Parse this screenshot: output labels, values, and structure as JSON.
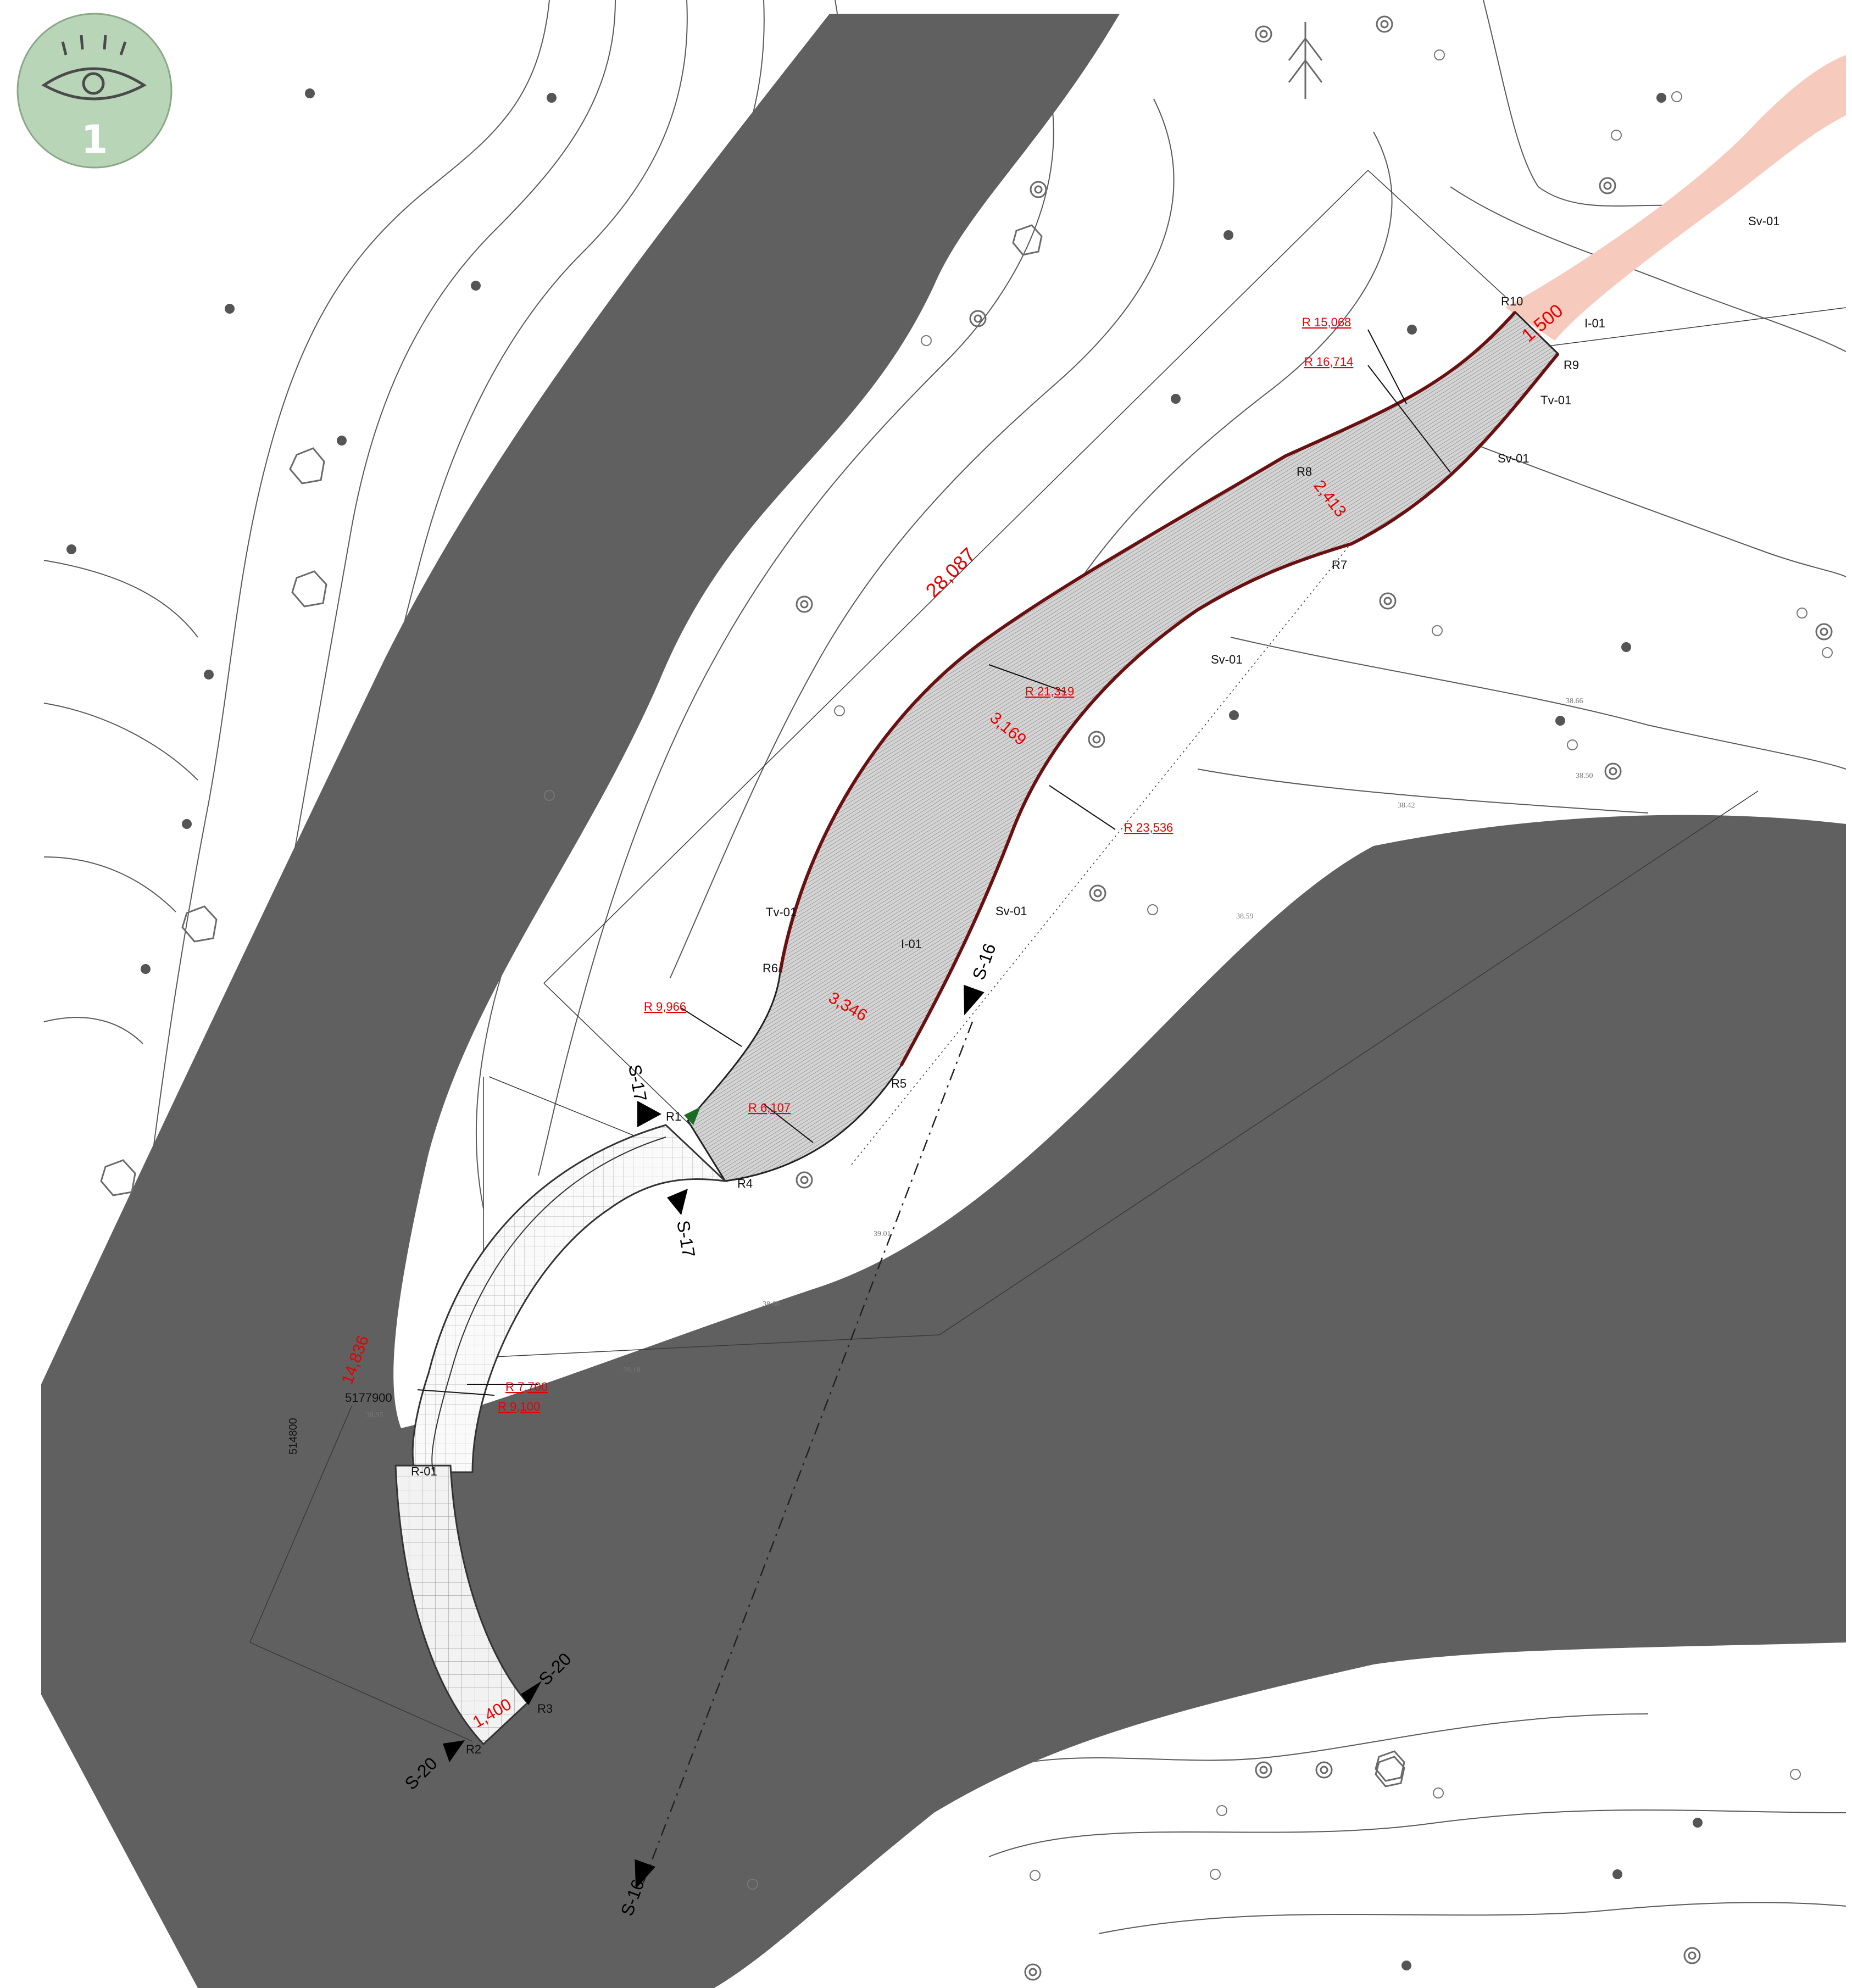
{
  "sheet": {
    "view_number": "1",
    "icon": "eye-icon",
    "colors": {
      "badge_fill": "#b9d5b8",
      "river": "#606060",
      "path_salmon": "#f6cabd",
      "red_text": "#e60000",
      "rail": "#6b1010",
      "hatch_fill": "#d0d0d0"
    }
  },
  "labels": {
    "points": {
      "r1": "R1",
      "r2": "R2",
      "r3": "R3",
      "r4": "R4",
      "r5": "R5",
      "r6": "R6",
      "r7": "R7",
      "r8": "R8",
      "r9": "R9",
      "r10": "R10"
    },
    "materials": {
      "sv01_a": "Sv-01",
      "sv01_b": "Sv-01",
      "sv01_c": "Sv-01",
      "sv01_d": "Sv-01",
      "tv01_a": "Tv-01",
      "tv01_b": "Tv-01",
      "i01_a": "I-01",
      "i01_b": "I-01",
      "r01": "R-01"
    },
    "coords": {
      "north": "5177900",
      "east": "514800"
    },
    "spot_levels": [
      "38.60",
      "39.18",
      "38.95",
      "39.01",
      "38.50",
      "38.42",
      "38.66",
      "38.59"
    ]
  },
  "dimensions": {
    "width_top": "1,500",
    "width_b": "2,413",
    "width_c": "3,169",
    "width_d": "3,346",
    "width_ramp": "1,400",
    "length_main": "28,087",
    "length_ramp": "14,836",
    "radius_15068": "R 15,068",
    "radius_16714": "R 16,714",
    "radius_21319": "R 21,319",
    "radius_23536": "R 23,536",
    "radius_9966": "R 9,966",
    "radius_6107": "R 6,107",
    "radius_7700": "R 7,700",
    "radius_9100": "R 9,100"
  },
  "sections": {
    "s16_top": "S-16",
    "s16_bottom": "S-16",
    "s17_top": "S-17",
    "s17_bottom": "S-17",
    "s20_top": "S-20",
    "s20_bottom": "S-20"
  }
}
